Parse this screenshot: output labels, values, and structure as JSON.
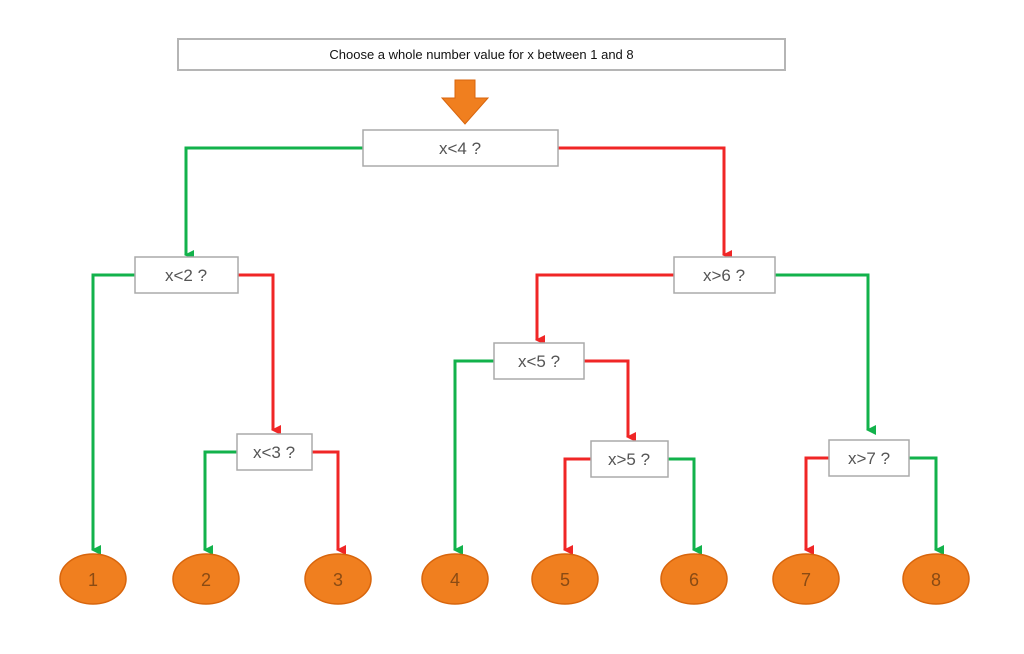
{
  "prompt": "Choose a whole number value for x between 1 and 8",
  "colors": {
    "yes": "#12b24b",
    "no": "#f02626",
    "leaf": "#f07f1f",
    "leaf_border": "#d8650c",
    "arrow": "#f07f1f"
  },
  "nodes": {
    "root": "x<4 ?",
    "n2": "x<2 ?",
    "n6": "x>6 ?",
    "n3": "x<3 ?",
    "n5lt": "x<5 ?",
    "n5gt": "x>5 ?",
    "n7": "x>7 ?"
  },
  "leaves": [
    "1",
    "2",
    "3",
    "4",
    "5",
    "6",
    "7",
    "8"
  ]
}
